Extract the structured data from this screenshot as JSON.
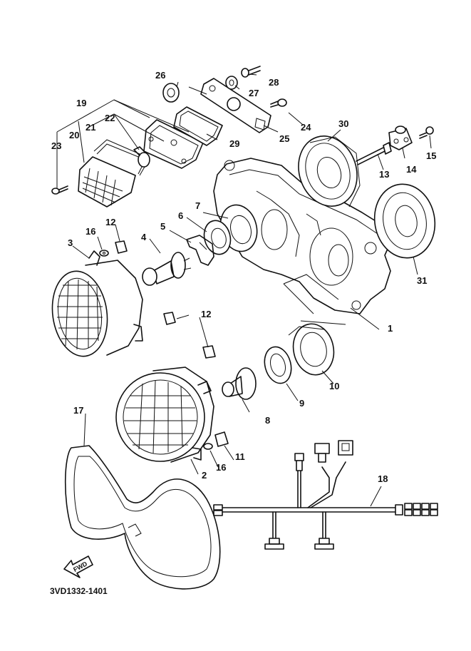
{
  "diagram": {
    "drawing_code": "3VD1332-1401",
    "direction_label": "FWD",
    "callouts": [
      {
        "id": "1",
        "text": "1"
      },
      {
        "id": "2",
        "text": "2"
      },
      {
        "id": "3",
        "text": "3"
      },
      {
        "id": "4",
        "text": "4"
      },
      {
        "id": "5",
        "text": "5"
      },
      {
        "id": "6",
        "text": "6"
      },
      {
        "id": "7",
        "text": "7"
      },
      {
        "id": "8",
        "text": "8"
      },
      {
        "id": "9",
        "text": "9"
      },
      {
        "id": "10",
        "text": "10"
      },
      {
        "id": "11",
        "text": "11"
      },
      {
        "id": "12a",
        "text": "12"
      },
      {
        "id": "12b",
        "text": "12"
      },
      {
        "id": "13",
        "text": "13"
      },
      {
        "id": "14",
        "text": "14"
      },
      {
        "id": "15",
        "text": "15"
      },
      {
        "id": "16a",
        "text": "16"
      },
      {
        "id": "16b",
        "text": "16"
      },
      {
        "id": "17",
        "text": "17"
      },
      {
        "id": "18",
        "text": "18"
      },
      {
        "id": "19",
        "text": "19"
      },
      {
        "id": "20",
        "text": "20"
      },
      {
        "id": "21",
        "text": "21"
      },
      {
        "id": "22",
        "text": "22"
      },
      {
        "id": "23",
        "text": "23"
      },
      {
        "id": "24",
        "text": "24"
      },
      {
        "id": "25",
        "text": "25"
      },
      {
        "id": "26",
        "text": "26"
      },
      {
        "id": "27",
        "text": "27"
      },
      {
        "id": "28",
        "text": "28"
      },
      {
        "id": "29",
        "text": "29"
      },
      {
        "id": "30",
        "text": "30"
      },
      {
        "id": "31",
        "text": "31"
      }
    ]
  }
}
